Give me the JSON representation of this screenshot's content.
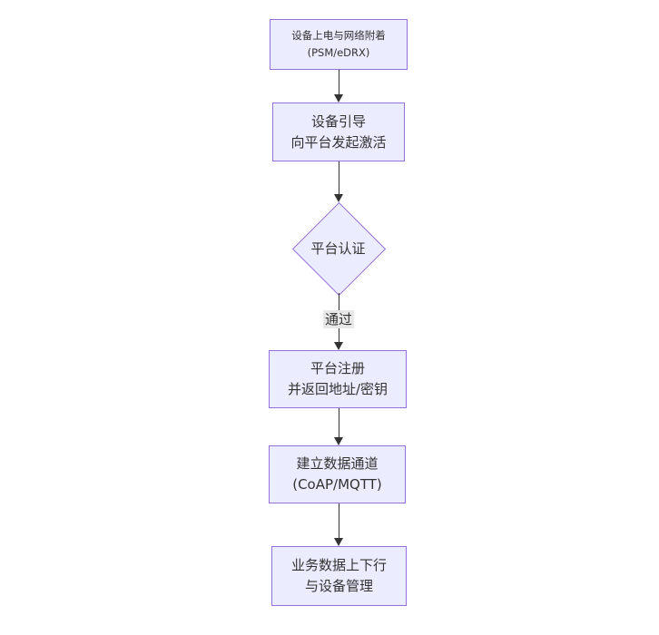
{
  "flowchart": {
    "nodes": {
      "attach": {
        "lines": [
          "设备上电与网络附着",
          "(PSM/eDRX)"
        ]
      },
      "bootstrap": {
        "lines": [
          "设备引导",
          "向平台发起激活"
        ]
      },
      "auth": {
        "lines": [
          "平台认证"
        ]
      },
      "register": {
        "lines": [
          "平台注册",
          "并返回地址/密钥"
        ]
      },
      "channel": {
        "lines": [
          "建立数据通道",
          "(CoAP/MQTT)"
        ]
      },
      "business": {
        "lines": [
          "业务数据上下行",
          "与设备管理"
        ]
      }
    },
    "edges": [
      {
        "from": "attach",
        "to": "bootstrap",
        "label": ""
      },
      {
        "from": "bootstrap",
        "to": "auth",
        "label": ""
      },
      {
        "from": "auth",
        "to": "register",
        "label": "通过"
      },
      {
        "from": "register",
        "to": "channel",
        "label": ""
      },
      {
        "from": "channel",
        "to": "business",
        "label": ""
      }
    ],
    "colors": {
      "node_fill": "#ECECFF",
      "node_border": "#9370DB",
      "arrow": "#333333",
      "text": "#333333",
      "edge_label_bg": "#e8e8e8",
      "background": "#ffffff"
    }
  }
}
